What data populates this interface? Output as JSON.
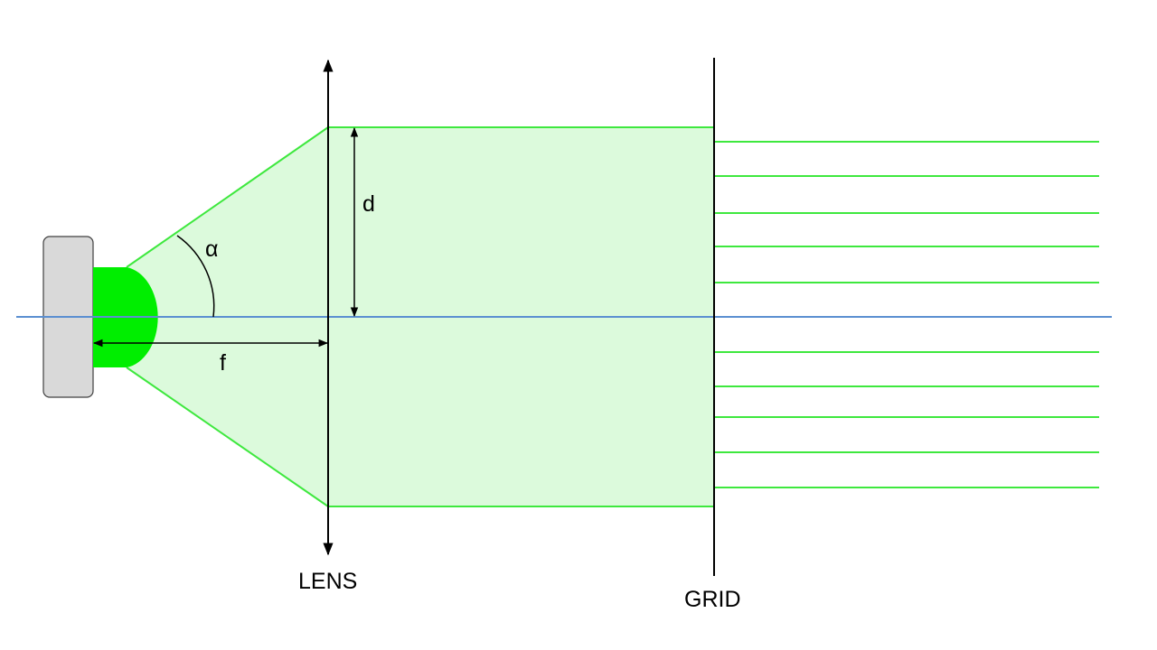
{
  "labels": {
    "lens": "LENS",
    "grid": "GRID",
    "d": "d",
    "f": "f",
    "alpha": "α"
  },
  "colors": {
    "background": "#ffffff",
    "beam_fill": "#dcfadc",
    "beam_edge": "#3ee83e",
    "led_body": "#00ee00",
    "led_base": "#d9d9d9",
    "optical_axis": "#5b8fd1",
    "line": "#000000"
  },
  "icons": {
    "source": "led-icon"
  },
  "grid_output": {
    "beam_count": 10
  }
}
